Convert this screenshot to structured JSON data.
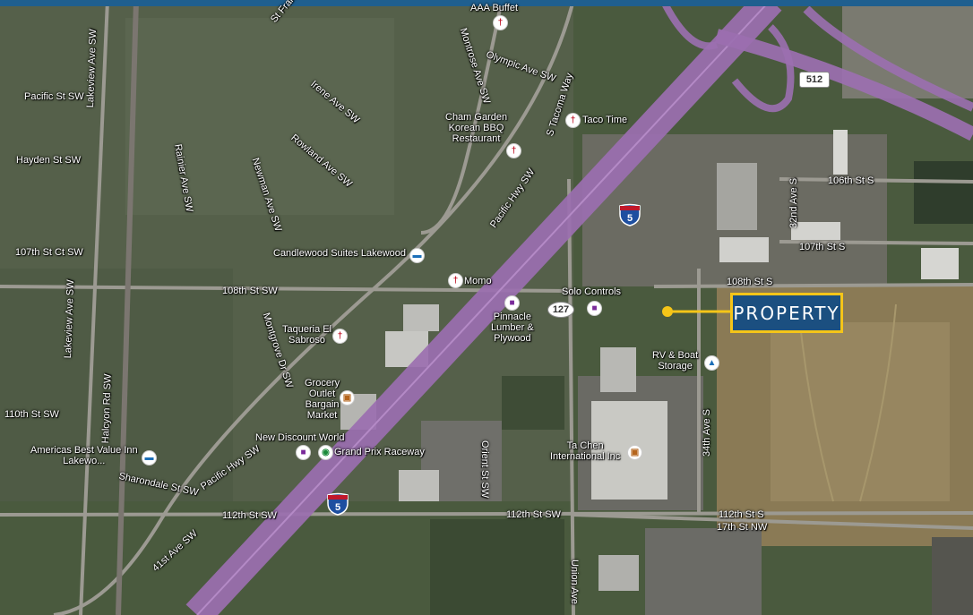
{
  "accent": "#f5c518",
  "property_color": "#1b4f80",
  "highway_color": "#9b6fb0",
  "property": {
    "label": "PROPERTY"
  },
  "streets": {
    "pacific_st": "Pacific St SW",
    "hayden_st": "Hayden St SW",
    "st107_ct": "107th St Ct SW",
    "st110": "110th St SW",
    "lakeview_top": "Lakeview Ave SW",
    "lakeview_bottom": "Lakeview Ave SW",
    "halcyon": "Halcyon Rd SW",
    "rainier": "Rainier Ave SW",
    "newman": "Newman Ave SW",
    "rowland": "Rowland Ave SW",
    "irene": "Irene Ave SW",
    "st_francis": "St Francis",
    "montrose": "Montrose Ave SW",
    "olympic": "Olympic Ave SW",
    "s_tacoma_way": "S Tacoma Way",
    "pacific_hwy_top": "Pacific Hwy SW",
    "pacific_hwy_bottom": "Pacific Hwy SW",
    "st108": "108th St SW",
    "montgrove": "Montgrove Dr SW",
    "sharondale": "Sharondale St SW",
    "ave41": "41st Ave SW",
    "st112_left": "112th St SW",
    "st112_mid": "112th St SW",
    "st112_s": "112th St S",
    "st17_nw": "17th St NW",
    "orient": "Orient St SW",
    "union": "Union Ave",
    "ave34": "34th Ave S",
    "ave32": "32nd Ave S",
    "st106_s": "106th St S",
    "st107_s": "107th St S",
    "st108_s": "108th St S"
  },
  "places": {
    "aaa_buffet": "AAA Buffet",
    "cham_garden": "Cham Garden\nKorean BBQ\nRestaurant",
    "taco_time": "Taco Time",
    "candlewood": "Candlewood Suites Lakewood",
    "momo": "Momo",
    "pinnacle": "Pinnacle\nLumber &\nPlywood",
    "solo": "Solo Controls",
    "taqueria": "Taqueria El\nSabroso",
    "grocery": "Grocery\nOutlet\nBargain\nMarket",
    "new_discount": "New Discount World",
    "grand_prix": "Grand Prix Raceway",
    "americas_best": "Americas Best Value Inn\nLakewo...",
    "rv_boat": "RV & Boat\nStorage",
    "ta_chen": "Ta Chen\nInternational Inc"
  },
  "shields": {
    "i5_top": "5",
    "i5_bottom": "5",
    "sr512": "512",
    "sr127": "127"
  },
  "icons": {
    "food": "restaurant-icon",
    "hotel": "hotel-icon",
    "shop": "shopping-icon",
    "race": "raceway-icon",
    "boat": "boat-icon",
    "biz": "business-icon"
  }
}
